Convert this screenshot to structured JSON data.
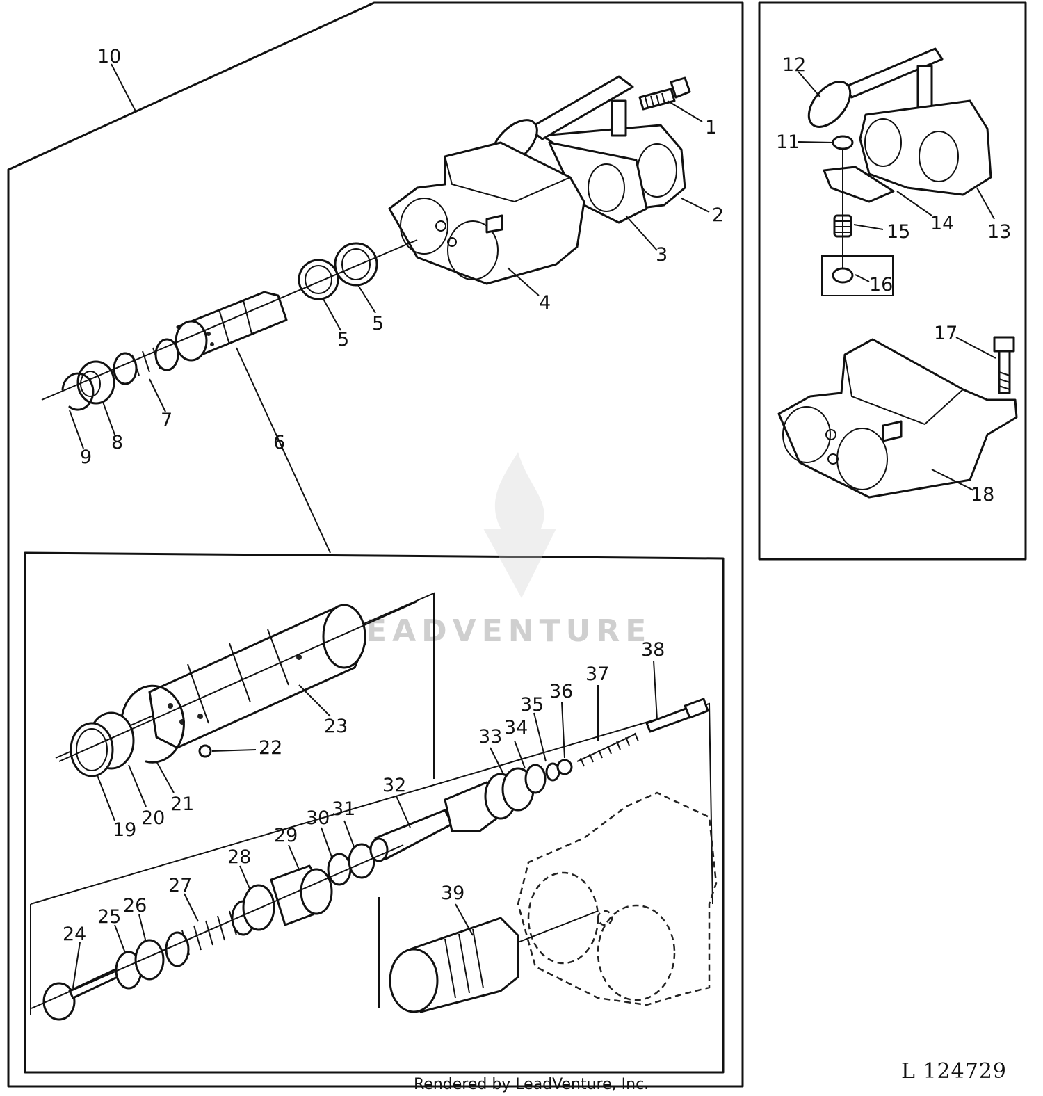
{
  "labels": {
    "p1": "1",
    "p2": "2",
    "p3": "3",
    "p4": "4",
    "p5a": "5",
    "p5b": "5",
    "p6": "6",
    "p7": "7",
    "p8": "8",
    "p9": "9",
    "p10": "10",
    "p11": "11",
    "p12": "12",
    "p13": "13",
    "p14": "14",
    "p15": "15",
    "p16": "16",
    "p17": "17",
    "p18": "18",
    "p19": "19",
    "p20": "20",
    "p21": "21",
    "p22": "22",
    "p23": "23",
    "p24": "24",
    "p25": "25",
    "p26": "26",
    "p27": "27",
    "p28": "28",
    "p29": "29",
    "p30": "30",
    "p31": "31",
    "p32": "32",
    "p33": "33",
    "p34": "34",
    "p35": "35",
    "p36": "36",
    "p37": "37",
    "p38": "38",
    "p39": "39"
  },
  "figure_id": "L 124729",
  "footer": "Rendered by LeadVenture, Inc.",
  "watermark": "LEADVENTURE"
}
